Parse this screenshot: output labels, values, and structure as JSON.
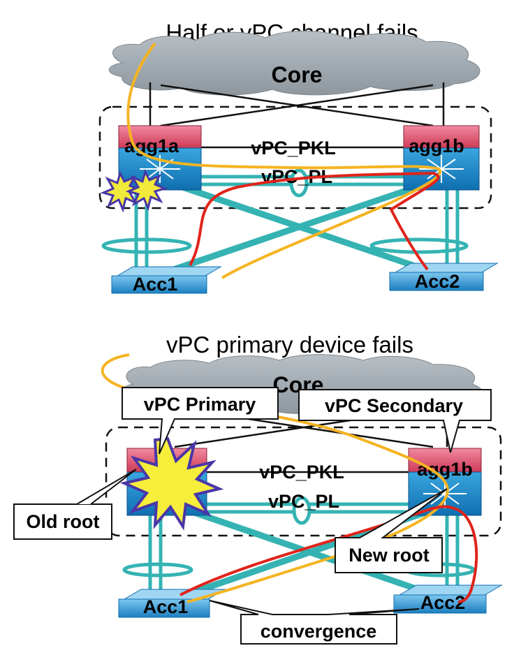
{
  "top": {
    "title": "Half or vPC channel fails",
    "core_label": "Core",
    "left_switch": "agg1a",
    "right_switch": "agg1b",
    "peer_keepalive": "vPC_PKL",
    "peer_link": "vPC_PL",
    "access_left": "Acc1",
    "access_right": "Acc2"
  },
  "bottom": {
    "title": "vPC primary device fails",
    "core_label": "Core",
    "right_switch": "agg1b",
    "peer_keepalive": "vPC_PKL",
    "peer_link": "vPC_PL",
    "access_left": "Acc1",
    "access_right": "Acc2",
    "callout_primary": "vPC Primary",
    "callout_secondary": "vPC Secondary",
    "callout_old_root": "Old root",
    "callout_new_root": "New root",
    "callout_convergence": "convergence"
  },
  "colors": {
    "yellow_path": "#f5b422",
    "red_path": "#e0241b",
    "link_teal": "#35b3b3",
    "switch_blue": "#1a8ed0",
    "switch_pink": "#e0506a"
  }
}
